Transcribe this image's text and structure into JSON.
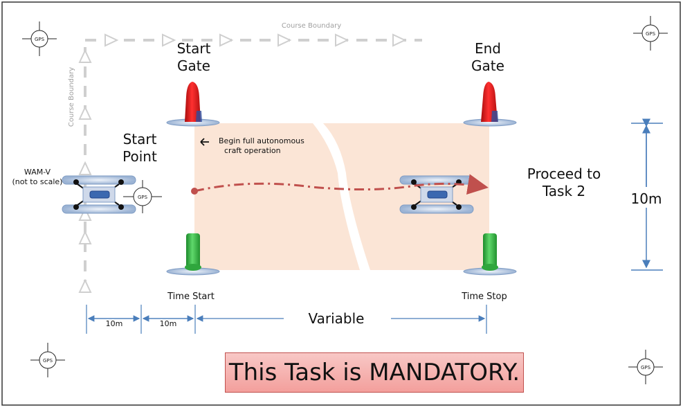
{
  "labels": {
    "course_boundary_top": "Course Boundary",
    "course_boundary_left": "Course Boundary",
    "start_gate_line1": "Start",
    "start_gate_line2": "Gate",
    "end_gate_line1": "End",
    "end_gate_line2": "Gate",
    "start_point_line1": "Start",
    "start_point_line2": "Point",
    "wamv_line1": "WAM-V",
    "wamv_line2": "(not to scale)",
    "begin_line1": "Begin full autonomous",
    "begin_line2": "craft operation",
    "proceed_line1": "Proceed to",
    "proceed_line2": "Task 2",
    "height_dim": "10m",
    "time_start": "Time Start",
    "time_stop": "Time Stop",
    "dim_left1": "10m",
    "dim_left2": "10m",
    "dim_variable": "Variable",
    "mandatory": "This Task is MANDATORY.",
    "gps": "GPS"
  },
  "colors": {
    "zone": "#fbe5d6",
    "red_buoy": "#e31b1b",
    "green_buoy": "#3cb54a",
    "path": "#c0504d",
    "dimension": "#4a7ebb",
    "boundary": "#d0d0d0"
  }
}
